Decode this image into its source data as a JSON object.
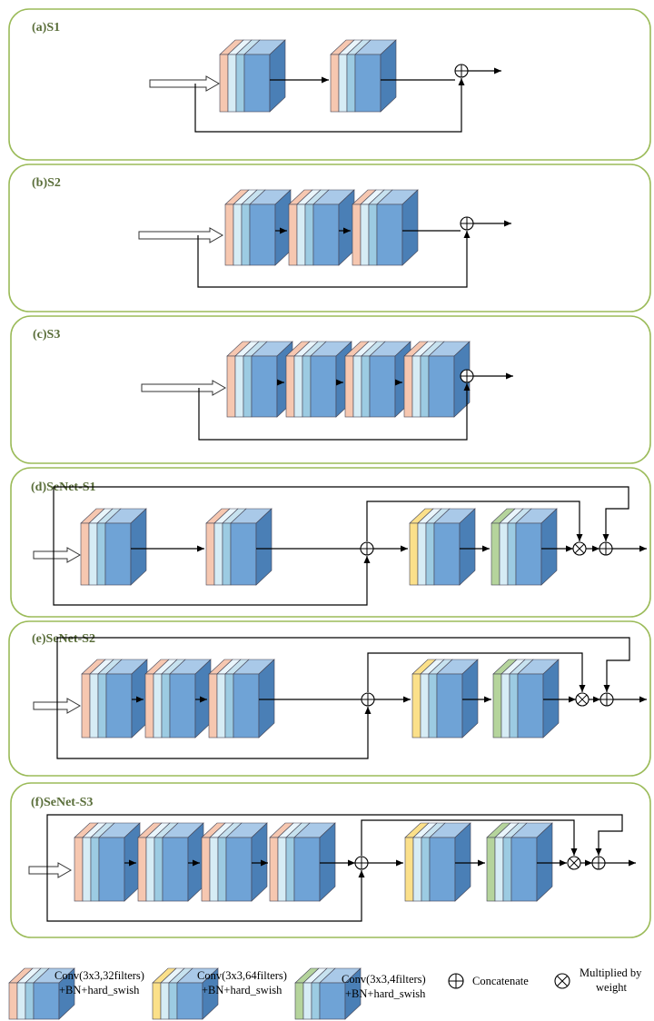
{
  "panels": [
    {
      "title": "(a)S1"
    },
    {
      "title": "(b)S2"
    },
    {
      "title": "(c)S3"
    },
    {
      "title": "(d)SeNet-S1"
    },
    {
      "title": "(e)SeNet-S2"
    },
    {
      "title": "(f)SeNet-S3"
    }
  ],
  "legend": {
    "conv32": {
      "line1": "Conv(3x3,32filters)",
      "line2": "+BN+hard_swish"
    },
    "conv64": {
      "line1": "Conv(3x3,64filters)",
      "line2": "+BN+hard_swish"
    },
    "conv4": {
      "line1": "Conv(3x3,4filters)",
      "line2": "+BN+hard_swish"
    },
    "concat": {
      "label": "Concatenate"
    },
    "multiply": {
      "line1": "Multiplied by",
      "line2": "weight"
    }
  },
  "colors": {
    "panel_border": "#9bbb59",
    "title": "#5a6e3a",
    "conv32_front": "#f6c7b0",
    "conv64_front": "#fbe08a",
    "conv4_front": "#b5d49c",
    "slice_light": "#d6ecf5",
    "slice_mid": "#9ccbe2",
    "block_face": "#6fa3d6",
    "block_side": "#4a7fb6"
  }
}
